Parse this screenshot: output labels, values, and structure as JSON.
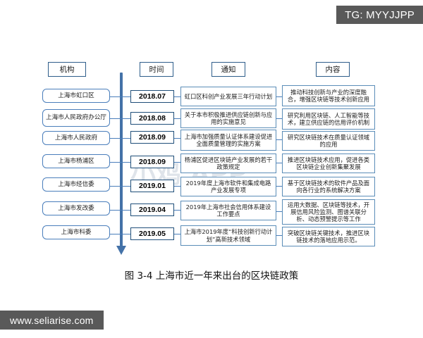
{
  "watermarks": {
    "top_right": "TG: MYYJJPP",
    "bottom_left": "www.seliarise.com",
    "ghost_center": "小鸡 APP"
  },
  "headers": {
    "organization": "机构",
    "time": "时间",
    "notice": "通知",
    "content": "内容"
  },
  "caption": "图 3-4  上海市近一年来出台的区块链政策",
  "colors": {
    "axis_blue": "#4472a8",
    "box_border": "#2e5d8a",
    "connector": "#4a7ebb",
    "watermark_bg": "#595959"
  },
  "chart_data": {
    "type": "table",
    "title": "图 3-4  上海市近一年来出台的区块链政策",
    "columns": [
      "机构",
      "时间",
      "通知",
      "内容"
    ],
    "rows": [
      {
        "organization": "上海市虹口区",
        "time": "2018.07",
        "notice": "虹口区科创产业发展三年行动计划",
        "content": "推动科技创新与产业的深度融合，增强区块链等技术创新应用"
      },
      {
        "organization": "上海市人民政府办公厅",
        "time": "2018.08",
        "notice": "关于本市积极推进供应链创新与应用的实施意见",
        "content": "研究利用区块链、人工智能等技术，建立供应链的信用评价机制"
      },
      {
        "organization": "上海市人民政府",
        "time": "2018.09",
        "notice": "上海市加强质量认证体系建设促进全面质量管理的实施方案",
        "content": "研究区块链技术在质量认证领域的应用"
      },
      {
        "organization": "上海市杨浦区",
        "time": "2018.09",
        "notice": "杨浦区促进区块链产业发展的若干政策规定",
        "content": "推进区块链技术应用，促进各类区块链企业创新集聚发展"
      },
      {
        "organization": "上海市经信委",
        "time": "2019.01",
        "notice": "2019年度上海市软件和集成电路产业发展专项",
        "content": "基于区块链技术的软件产品及面向各行业的系统解决方案"
      },
      {
        "organization": "上海市发改委",
        "time": "2019.04",
        "notice": "2019年上海市社会信用体系建设工作要点",
        "content": "运用大数据、区块链等技术，开展信用风险监测、图谱关联分析、动态预警提示等工作"
      },
      {
        "organization": "上海市科委",
        "time": "2019.05",
        "notice": "上海市2019年度“科技创新行动计划”高新技术领域",
        "content": "突破区块链关键技术，推进区块链技术的落地应用示范。"
      }
    ],
    "axis": {
      "orientation": "vertical",
      "direction": "downward",
      "meaning": "时间推进方向"
    }
  }
}
